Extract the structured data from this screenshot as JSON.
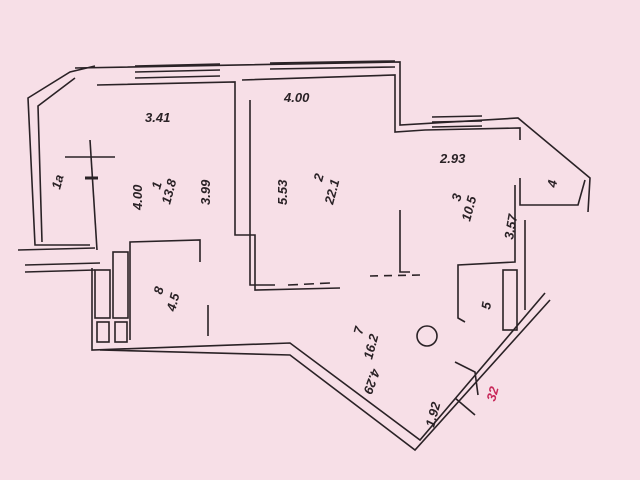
{
  "plan": {
    "rooms": [
      {
        "id": "1a",
        "label": "1a"
      },
      {
        "id": "1",
        "number": "1",
        "area": "13.8",
        "width": "3.41",
        "length_left": "4.00",
        "length_right": "3.99"
      },
      {
        "id": "2",
        "number": "2",
        "area": "22.1",
        "width": "4.00",
        "length": "5.53"
      },
      {
        "id": "3",
        "number": "3",
        "area": "10.5",
        "width": "2.93",
        "length": "3.57"
      },
      {
        "id": "4",
        "label": "4"
      },
      {
        "id": "5",
        "label": "5"
      },
      {
        "id": "7",
        "number": "7",
        "area": "16.2",
        "length": "4.29",
        "short": "1.92"
      },
      {
        "id": "8",
        "number": "8",
        "area": "4.5"
      }
    ],
    "marker": "32",
    "colors": {
      "background": "#f7dfe7",
      "lines": "#2a2226",
      "marker": "#c8285a"
    }
  }
}
